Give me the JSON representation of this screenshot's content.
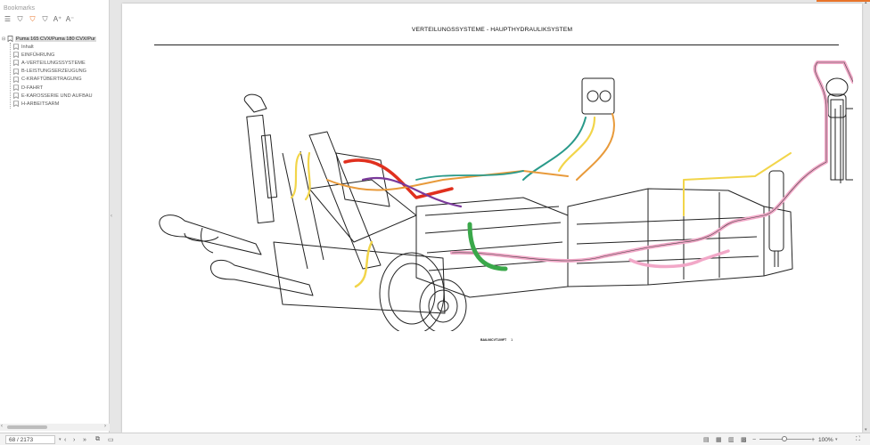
{
  "sidebar": {
    "title": "Bookmarks",
    "root_label": "Puma 165 CVX/Puma 180 CVX/Pur",
    "items": [
      {
        "label": "Inhalt"
      },
      {
        "label": "EINFÜHRUNG"
      },
      {
        "label": "A-VERTEILUNGSSYSTEME"
      },
      {
        "label": "B-LEISTUNGSERZEUGUNG"
      },
      {
        "label": "C-KRAFTÜBERTRAGUNG"
      },
      {
        "label": "D-FAHRT"
      },
      {
        "label": "E-KAROSSERIE UND AUFBAU"
      },
      {
        "label": "H-ARBEITSARM"
      }
    ],
    "tools": [
      "list-icon",
      "bookmark-icon",
      "bookmark-active-icon",
      "bookmark-outline-icon",
      "font-increase-icon",
      "font-decrease-icon"
    ]
  },
  "document": {
    "page_title": "VERTEILUNGSSYSTEME - HAUPTHYDRAULIKSYSTEM",
    "figure_code": "BAIL06CVT109FT",
    "figure_number": "1"
  },
  "statusbar": {
    "page_indicator": "68 / 2173",
    "zoom": "100%"
  },
  "colors": {
    "accent": "#e8742a",
    "hose_pink": "#f2a8c8",
    "hose_yellow": "#f2d54a",
    "hose_red": "#e0301e",
    "hose_orange": "#e89a3a",
    "hose_teal": "#2a9a8a",
    "hose_green": "#3aa84a",
    "hose_purple": "#7a3a9a"
  }
}
